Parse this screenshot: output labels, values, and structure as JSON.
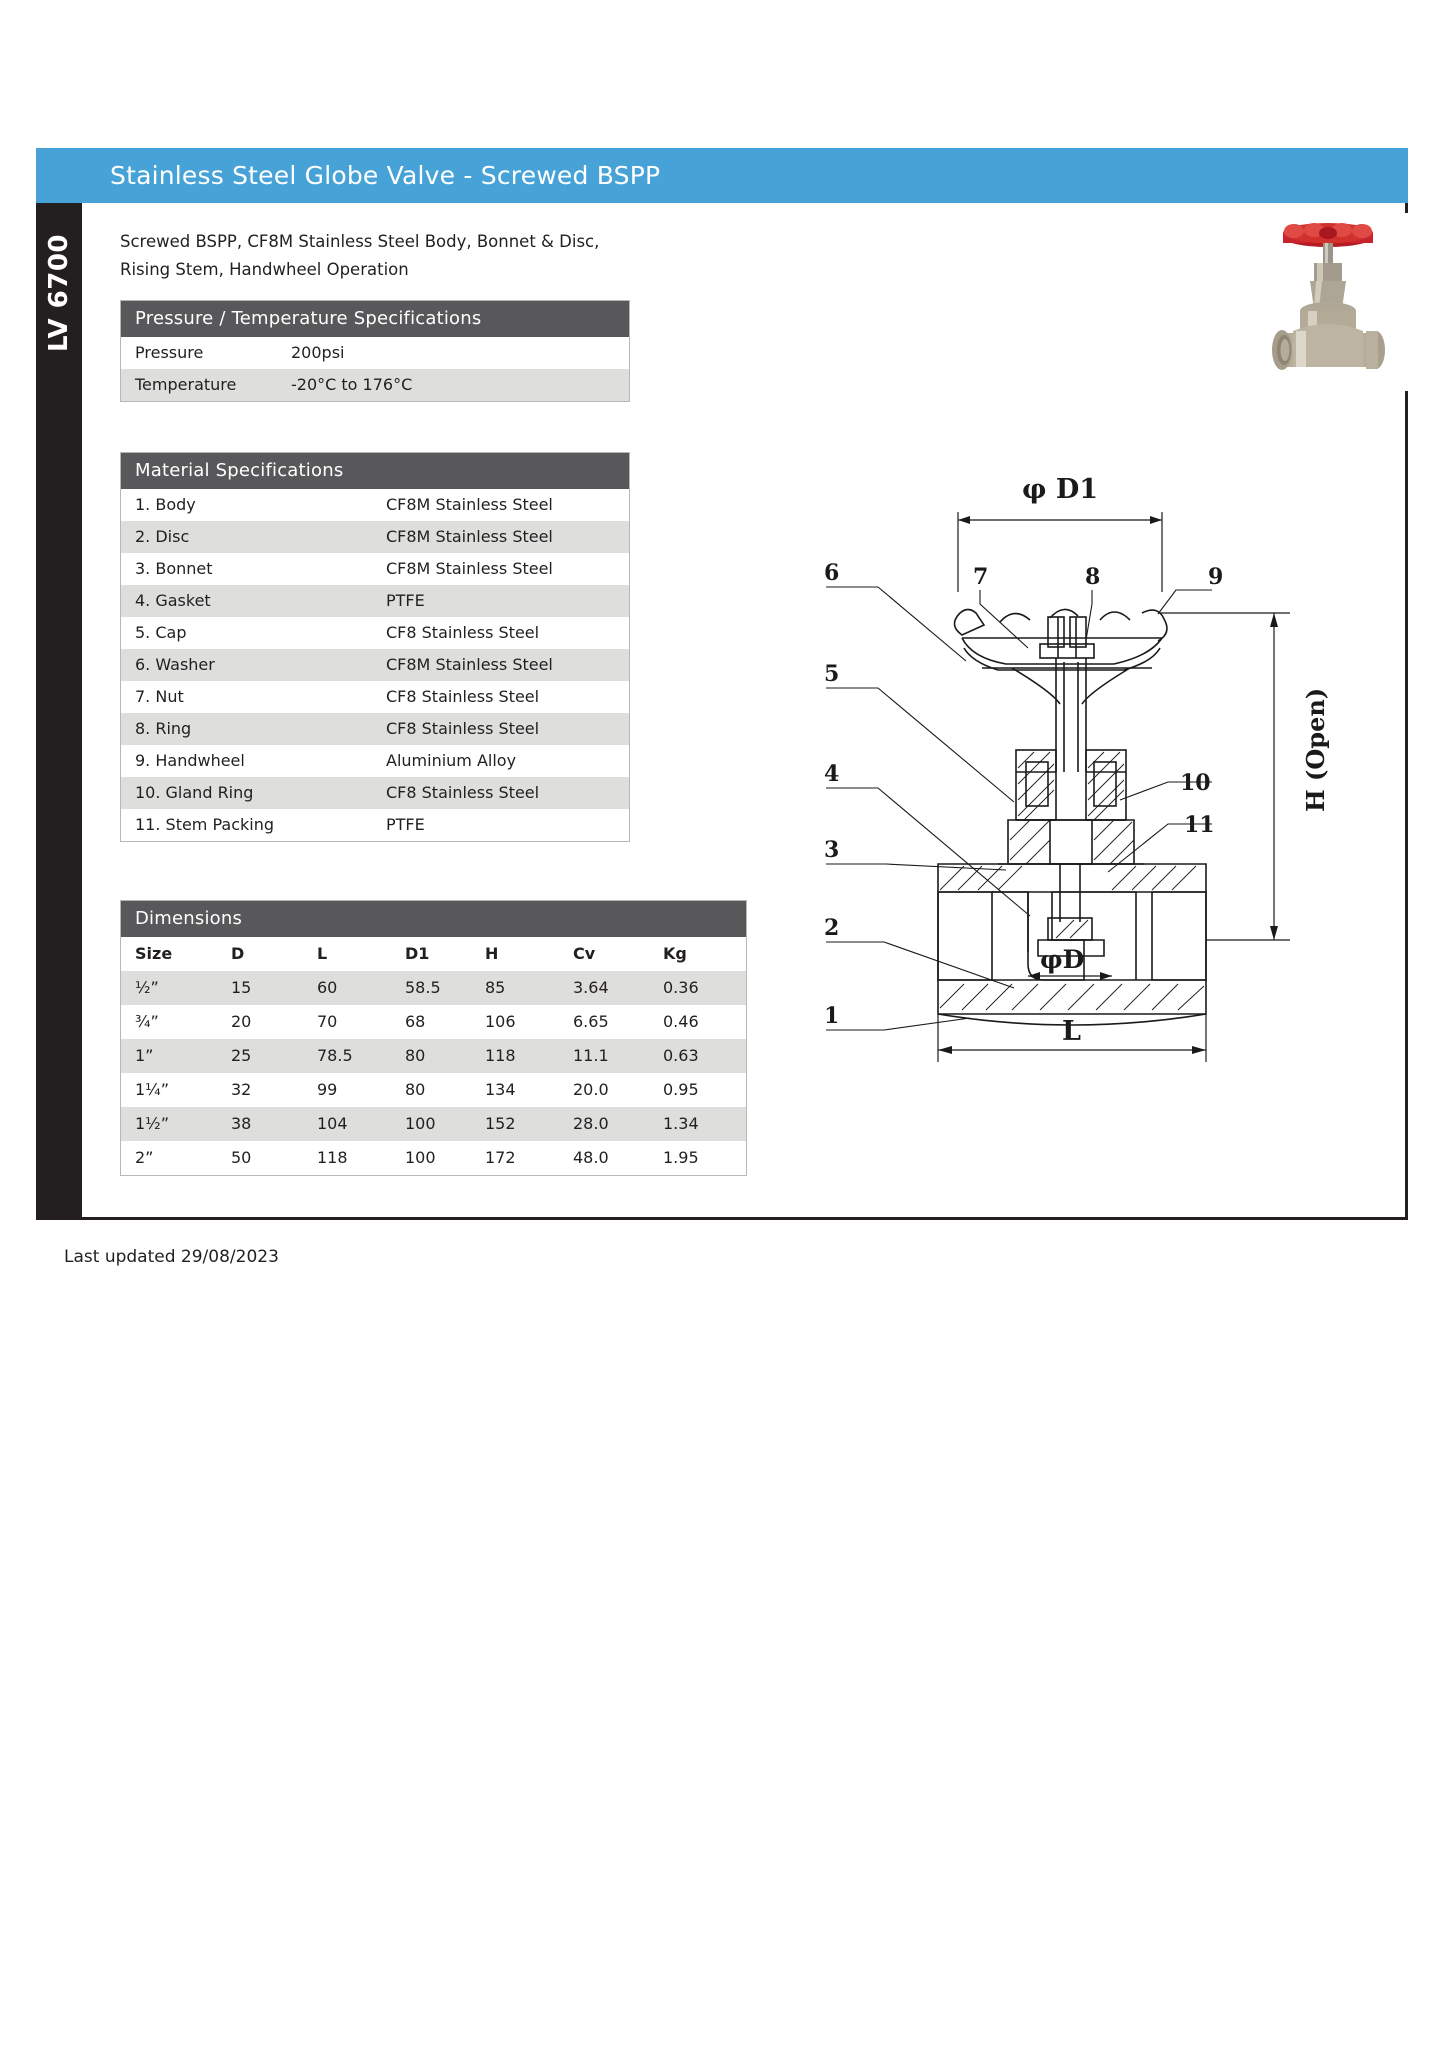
{
  "header": {
    "title": "Stainless Steel Globe Valve - Screwed BSPP",
    "banner_color": "#47a3d7"
  },
  "side_tab": {
    "code": "LV 6700",
    "background_color": "#231f20"
  },
  "intro": {
    "line1": "Screwed BSPP, CF8M Stainless Steel Body, Bonnet & Disc,",
    "line2": "Rising Stem, Handwheel Operation"
  },
  "pressure_temperature": {
    "heading": "Pressure / Temperature Specifications",
    "rows": [
      {
        "label": "Pressure",
        "value": "200psi"
      },
      {
        "label": "Temperature",
        "value": "-20°C to 176°C"
      }
    ]
  },
  "material_specifications": {
    "heading": "Material Specifications",
    "rows": [
      {
        "label": "1. Body",
        "value": "CF8M Stainless Steel"
      },
      {
        "label": "2. Disc",
        "value": "CF8M Stainless Steel"
      },
      {
        "label": "3. Bonnet",
        "value": "CF8M Stainless Steel"
      },
      {
        "label": "4. Gasket",
        "value": "PTFE"
      },
      {
        "label": "5. Cap",
        "value": "CF8 Stainless Steel"
      },
      {
        "label": "6. Washer",
        "value": "CF8M Stainless Steel"
      },
      {
        "label": "7. Nut",
        "value": "CF8 Stainless Steel"
      },
      {
        "label": "8. Ring",
        "value": "CF8 Stainless Steel"
      },
      {
        "label": "9. Handwheel",
        "value": "Aluminium Alloy"
      },
      {
        "label": "10. Gland Ring",
        "value": "CF8 Stainless Steel"
      },
      {
        "label": "11. Stem Packing",
        "value": "PTFE"
      }
    ]
  },
  "dimensions": {
    "heading": "Dimensions",
    "columns": [
      "Size",
      "D",
      "L",
      "D1",
      "H",
      "Cv",
      "Kg"
    ],
    "rows": [
      [
        "½”",
        "15",
        "60",
        "58.5",
        "85",
        "3.64",
        "0.36"
      ],
      [
        "¾”",
        "20",
        "70",
        "68",
        "106",
        "6.65",
        "0.46"
      ],
      [
        "1”",
        "25",
        "78.5",
        "80",
        "118",
        "11.1",
        "0.63"
      ],
      [
        "1¼”",
        "32",
        "99",
        "80",
        "134",
        "20.0",
        "0.95"
      ],
      [
        "1½”",
        "38",
        "104",
        "100",
        "152",
        "28.0",
        "1.34"
      ],
      [
        "2”",
        "50",
        "118",
        "100",
        "172",
        "48.0",
        "1.95"
      ]
    ]
  },
  "technical_drawing": {
    "dimension_labels": {
      "top_diameter": "φ D1",
      "bore": "φD",
      "length": "L",
      "height": "H (Open)"
    },
    "callouts": [
      "1",
      "2",
      "3",
      "4",
      "5",
      "6",
      "7",
      "8",
      "9",
      "10",
      "11"
    ]
  },
  "product_photo": {
    "alt": "stainless steel globe valve with red handwheel",
    "handwheel_color": "#c8232c",
    "body_color": "#b8ae9a"
  },
  "footer": {
    "last_updated": "Last updated 29/08/2023"
  }
}
